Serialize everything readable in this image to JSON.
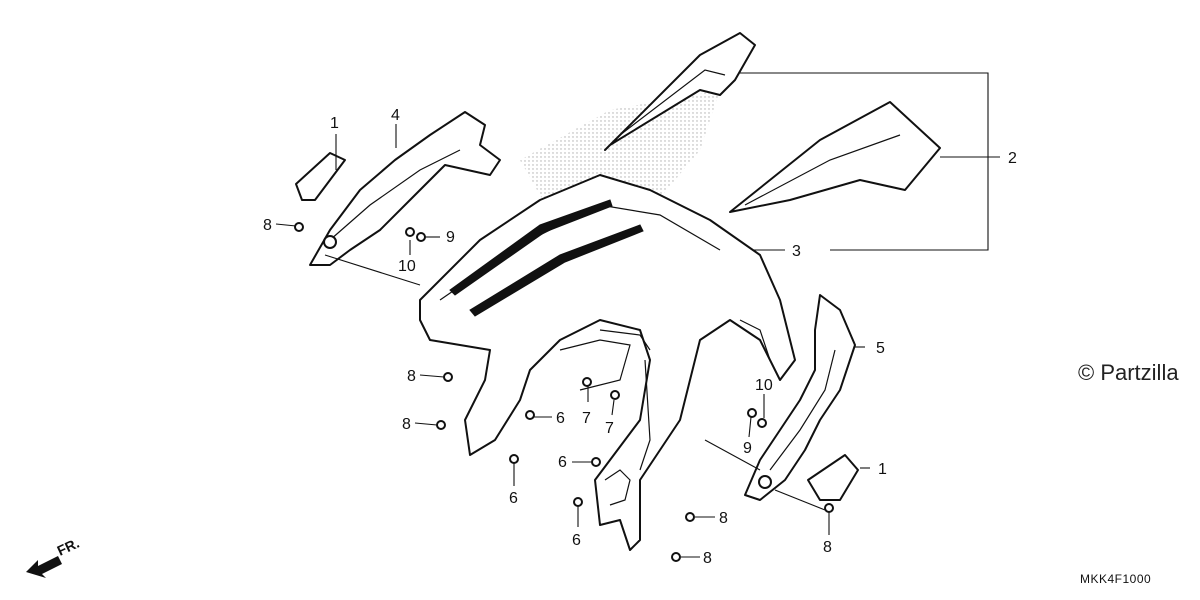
{
  "callouts": {
    "c1_left": "1",
    "c4": "4",
    "c8_left_top": "8",
    "c9_left": "9",
    "c10_left": "10",
    "c2": "2",
    "c3": "3",
    "c5": "5",
    "c8_mid_a": "8",
    "c8_mid_b": "8",
    "c6_a": "6",
    "c7_a": "7",
    "c7_b": "7",
    "c6_b": "6",
    "c6_c": "6",
    "c6_d": "6",
    "c10_right": "10",
    "c9_right": "9",
    "c1_right": "1",
    "c8_bottom_a": "8",
    "c8_bottom_b": "8",
    "c8_right": "8"
  },
  "copyright": "© Partzilla",
  "diagram_code": "MKK4F1000",
  "direction_label": "FR.",
  "icons": [
    "front-direction-arrow-icon"
  ]
}
